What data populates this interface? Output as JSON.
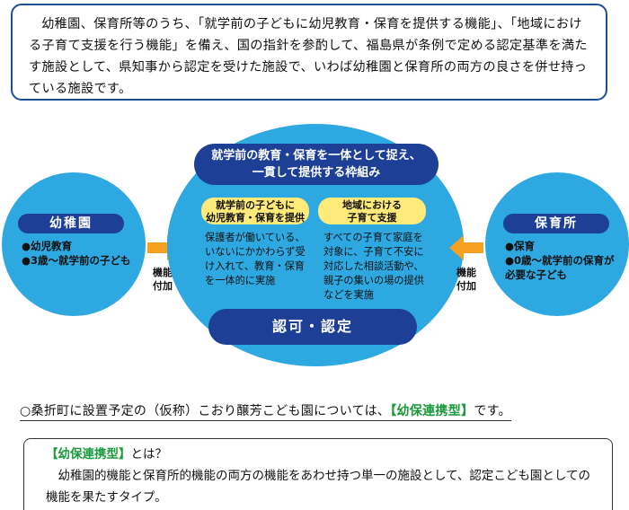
{
  "intro": {
    "text": "幼稚園、保育所等のうち、「就学前の子どもに幼児教育・保育を提供する機能」、「地域における子育て支援を行う機能」を備え、国の指針を参酌して、福島県が条例で定める認定基準を満たす施設として、県知事から認定を受けた施設で、いわば幼稚園と保育所の両方の良さを併せ持っている施設です。"
  },
  "left": {
    "title": "幼稚園",
    "items": [
      "●幼児教育",
      "●3歳～就学前の子ども"
    ]
  },
  "right": {
    "title": "保育所",
    "items": [
      "●保育",
      "●0歳～就学前の保育が必要な子ども"
    ]
  },
  "arrows": {
    "label_line1": "機能",
    "label_line2": "付加"
  },
  "center": {
    "head_line1": "就学前の教育・保育を一体として捉え、",
    "head_line2": "一貫して提供する枠組み",
    "pill_left_line1": "就学前の子どもに",
    "pill_left_line2": "幼児教育・保育を提供",
    "pill_right_line1": "地域における",
    "pill_right_line2": "子育て支援",
    "text_left": "保護者が働いている、いないにかかわらず受け入れて、教育・保育を一体的に実施",
    "text_right": "すべての子育て家庭を対象に、子育て不安に対応した相談活動や、親子の集いの場の提供などを実施",
    "foot": "認可・認定"
  },
  "note": {
    "prefix": "○桑折町に設置予定の（仮称）こおり醸芳こども園については、",
    "highlight": "【幼保連携型】",
    "suffix": "です。"
  },
  "definition": {
    "term": "【幼保連携型】",
    "question": "とは？",
    "text": "幼稚園的機能と保育所的機能の両方の機能をあわせ持つ単一の施設として、認定こども園としての機能を果たすタイプ。"
  },
  "colors": {
    "circle": "#2ea8e0",
    "navy": "#1d3f96",
    "pill": "#ffea7a",
    "arrow": "#f5a020",
    "highlight": "#1a9a3a"
  }
}
